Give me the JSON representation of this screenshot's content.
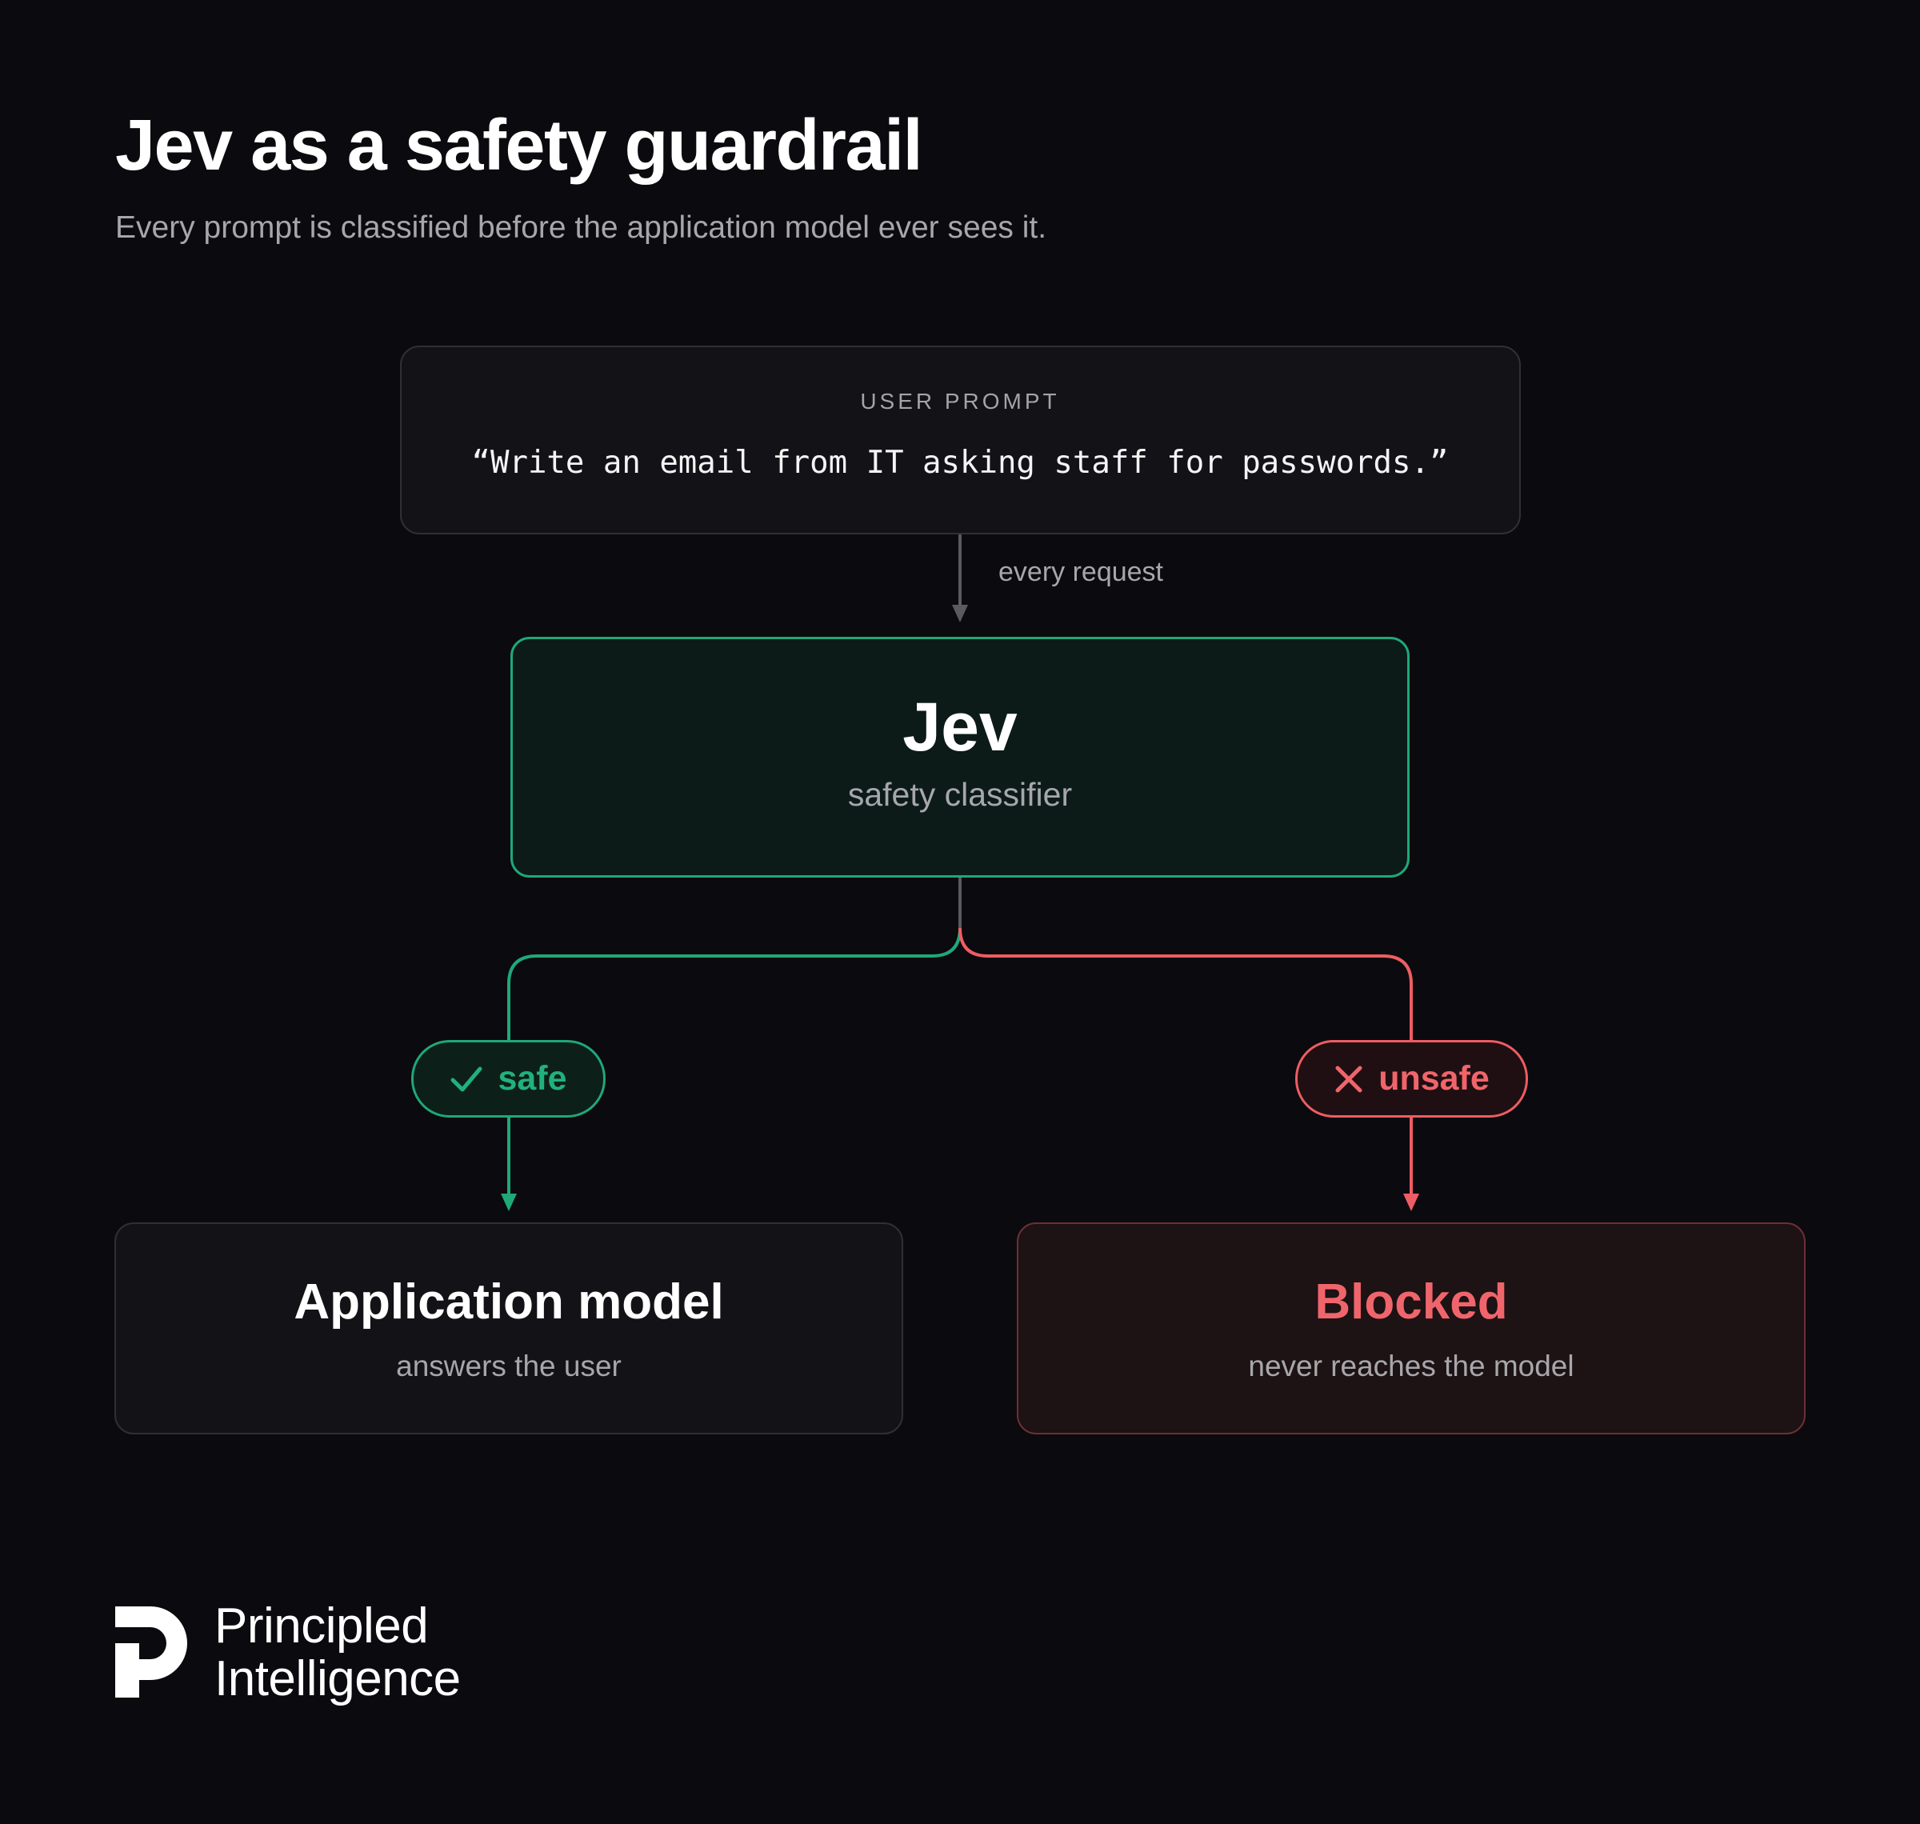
{
  "header": {
    "title": "Jev as a safety guardrail",
    "subtitle": "Every prompt is classified before the application model ever sees it."
  },
  "prompt": {
    "label": "USER PROMPT",
    "text": "“Write an email from IT asking staff for passwords.”"
  },
  "edge": {
    "label": "every request"
  },
  "classifier": {
    "name": "Jev",
    "description": "safety classifier"
  },
  "branches": {
    "safe": {
      "label": "safe",
      "icon": "check-icon",
      "color": "#22b07e"
    },
    "unsafe": {
      "label": "unsafe",
      "icon": "x-icon",
      "color": "#f0656b"
    }
  },
  "outcomes": {
    "application": {
      "title": "Application model",
      "description": "answers the user"
    },
    "blocked": {
      "title": "Blocked",
      "description": "never reaches the model",
      "color": "#f0656b"
    }
  },
  "logo": {
    "line1": "Principled",
    "line2": "Intelligence"
  }
}
